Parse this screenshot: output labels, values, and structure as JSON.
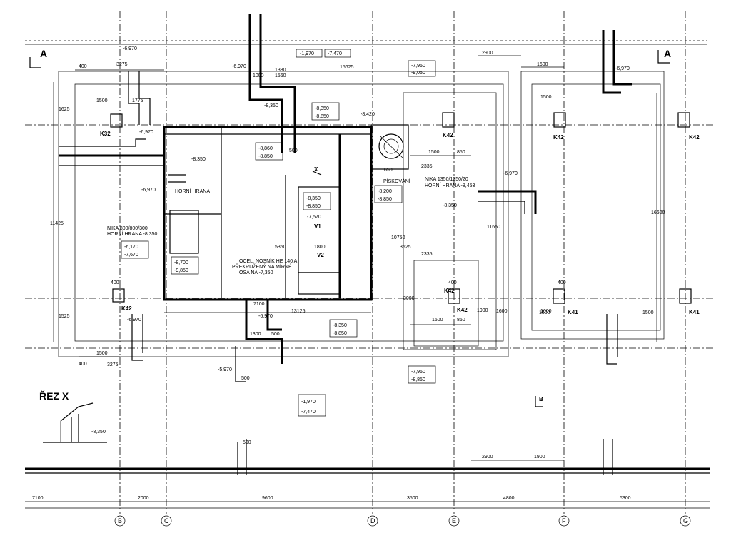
{
  "drawing": {
    "section_label": "ŘEZ X",
    "section_marks": [
      "A",
      "A",
      "X",
      "B"
    ],
    "axis_labels": [
      "B",
      "C",
      "D",
      "E",
      "F",
      "G"
    ],
    "bottom_dims": [
      "7100",
      "2000",
      "9600",
      "3500",
      "4800",
      "5300"
    ],
    "top_dims": [
      "2900",
      "1600",
      "1500",
      "15625",
      "1560",
      "400",
      "1500",
      "1775",
      "1000"
    ],
    "columns": [
      "K32",
      "K42",
      "K42",
      "K42",
      "K42",
      "K42",
      "K41",
      "K41",
      "K42"
    ],
    "level_boxes": [
      [
        "-1,970",
        "-7,470"
      ],
      [
        "-7,950",
        "-9,050"
      ],
      [
        "-8,350",
        "-8,850"
      ],
      [
        "-8,860",
        "-8,850"
      ],
      [
        "-8,350",
        "-8,850"
      ],
      [
        "-8,200",
        "-8,850"
      ],
      [
        "-6,170",
        "-7,670"
      ],
      [
        "-8,700",
        "-9,850"
      ],
      [
        "-8,350",
        "-8,850"
      ],
      [
        "-7,950",
        "-8,850"
      ],
      [
        "-1,970",
        "-7,470"
      ]
    ],
    "levels": [
      "-6,970",
      "-6,970",
      "-6,970",
      "-8,420",
      "-8,350",
      "-6,970",
      "-6,970",
      "-6,970",
      "-7,570",
      "-6,970",
      "-8,350",
      "-6,970",
      "-8,350",
      "-8,350",
      "-5,970"
    ],
    "notes": [
      "HORNÍ HRANA",
      "HORNÍ HRANA -8,453",
      "NIKA 1350/1350/20",
      "NIKA 800/800/300",
      "HORNÍ HRANA -8,350",
      "OCEL. NOSNÍK HE 140 A",
      "PŘEKRUŽENÝ NA MÍRNÉ",
      "OSA NA -7,350",
      "PÍSKOVÁNÍ",
      "V1",
      "V2"
    ],
    "dims_misc": [
      "11425",
      "10750",
      "11650",
      "16600",
      "13125",
      "7100",
      "5350",
      "3525",
      "2335",
      "2335",
      "1800",
      "1500",
      "1500",
      "1500",
      "1525",
      "1625",
      "3000",
      "1900",
      "2900",
      "1900",
      "500",
      "500",
      "500",
      "500",
      "1300",
      "1380",
      "400",
      "400",
      "400",
      "3275",
      "3275",
      "400",
      "1500",
      "1500",
      "850",
      "850",
      "650",
      "1600",
      "1600"
    ]
  }
}
